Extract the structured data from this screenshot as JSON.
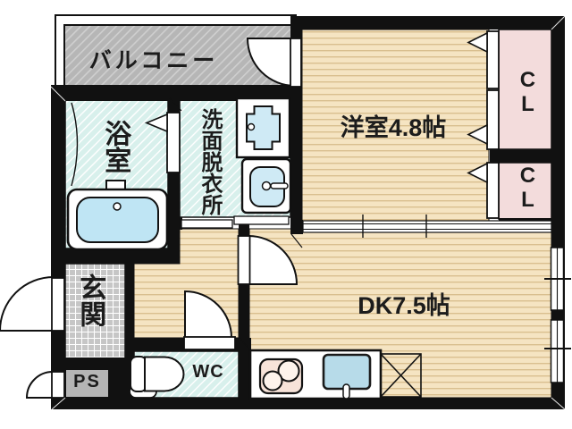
{
  "title": "apartment-floorplan",
  "rooms": {
    "balcony": "バルコニー",
    "western_room": "洋室4.8帖",
    "dining_kitchen": "DK7.5帖",
    "bathroom": "浴室",
    "washroom": "洗面脱衣所",
    "entrance": "玄関",
    "toilet": "WC",
    "pipe_space": "PS",
    "closet_upper": "CL",
    "closet_lower": "CL"
  },
  "fixtures": [
    {
      "name": "bathtub"
    },
    {
      "name": "washing-machine-pan"
    },
    {
      "name": "washbasin"
    },
    {
      "name": "toilet-bowl"
    },
    {
      "name": "two-burner-stove"
    },
    {
      "name": "kitchen-sink"
    },
    {
      "name": "refrigerator-space"
    }
  ],
  "colors": {
    "wall": "#111111",
    "flooring": "#f5e4c2",
    "flooring_line": "#d9bf8f",
    "wet_area": "#d8f0ec",
    "balcony_gray": "#b6b6b6",
    "entrance_tile": "#c6c6c6",
    "closet_pink": "#f3dcdc",
    "ps_gray": "#b5b5b5",
    "water_blue": "#bfe5f4",
    "fixture_blue": "#cfeaf5",
    "stove_pink": "#f7e3d9"
  }
}
